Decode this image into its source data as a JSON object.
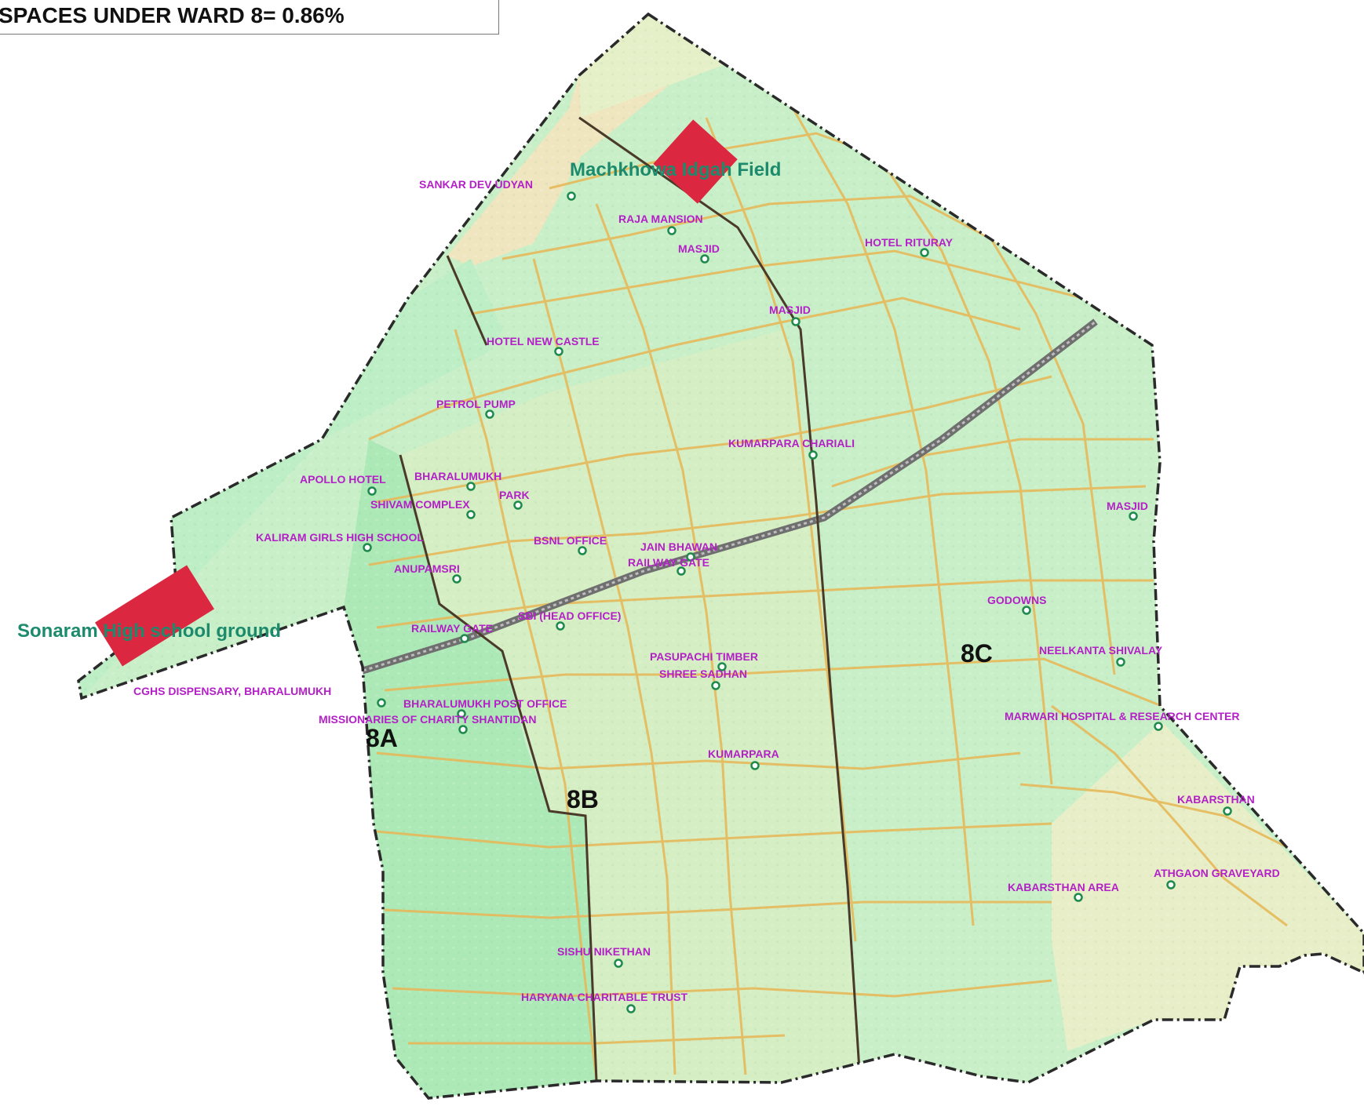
{
  "title": "SPACES UNDER WARD 8= 0.86%",
  "colors": {
    "ward_fill": "#c8efc7",
    "ward_fill_dark": "#b3e6be",
    "sector_8a_fill": "#a8e6b4",
    "open_area_fill": "#efe6bf",
    "light_area_fill": "#e6f0c8",
    "road": "#e6b95a",
    "railway": "#6f6f6f",
    "boundary": "#2a2a2a",
    "open_space_marker": "#dc2741",
    "poi_label": "#b41fc8",
    "poi_dot": "#1e8a4c",
    "ground_label": "#1c8a6c"
  },
  "sectors": [
    {
      "id": "8A",
      "label": "8A"
    },
    {
      "id": "8B",
      "label": "8B"
    },
    {
      "id": "8C",
      "label": "8C"
    }
  ],
  "open_spaces": [
    {
      "name": "Machkhowa Idgah Field",
      "label": "Machkhowa Idgah Field",
      "icon": "red-square-marker"
    },
    {
      "name": "Sonaram High school ground",
      "label": "Sonaram High school ground",
      "icon": "red-square-marker"
    }
  ],
  "poi_labels": [
    "SANKAR DEV UDYAN",
    "RAJA MANSION",
    "MASJID",
    "HOTEL RITURAY",
    "MASJID",
    "HOTEL NEW CASTLE",
    "PETROL PUMP",
    "KUMARPARA CHARIALI",
    "APOLLO HOTEL",
    "BHARALUMUKH",
    "SHIVAM COMPLEX",
    "PARK",
    "MASJID",
    "KALIRAM GIRLS HIGH SCHOOL",
    "BSNL OFFICE",
    "JAIN BHAWAN",
    "RAILWAY GATE",
    "ANUPAMSRI",
    "GODOWNS",
    "SBI (HEAD OFFICE)",
    "RAILWAY GATE",
    "PASUPACHI TIMBER",
    "SHREE SADHAN",
    "NEELKANTA SHIVALAY",
    "CGHS DISPENSARY, BHARALUMUKH",
    "BHARALUMUKH POST OFFICE",
    "MISSIONARIES OF CHARITY SHANTIDAN",
    "MARWARI HOSPITAL & RESEARCH CENTER",
    "KUMARPARA",
    "KABARSTHAN",
    "ATHGAON GRAVEYARD",
    "KABARSTHAN AREA",
    "SISHU NIKETHAN",
    "HARYANA CHARITABLE TRUST"
  ]
}
